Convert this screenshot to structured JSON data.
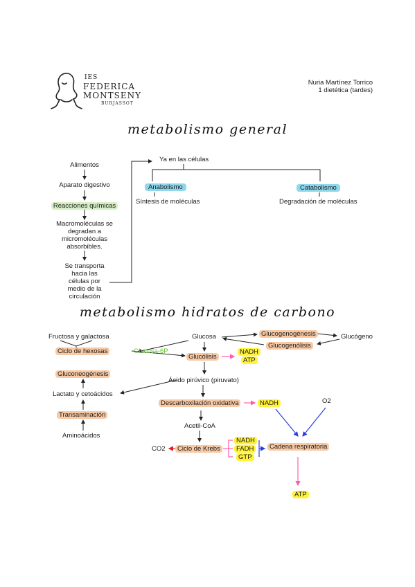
{
  "header": {
    "logo": {
      "line1": "IES",
      "line2": "FEDERICA",
      "line3": "MONTSENY",
      "line4": "BURJASSOT"
    },
    "author": "Nuria Martínez Torrico",
    "course": "1 dietética (tardes)"
  },
  "section1": {
    "title": "metabolismo general",
    "steps": {
      "alimentos": "Alimentos",
      "aparato": "Aparato digestivo",
      "reacciones": "Reacciones químicas",
      "macro": [
        "Macromoléculas se",
        "degradan a",
        "micromoléculas",
        "absorbibles."
      ],
      "transporta": [
        "Se transporta",
        "hacia las",
        "células por",
        "medio de la",
        "circulación"
      ]
    },
    "celulas": "Ya en las células",
    "anabolismo": "Anabolismo",
    "anabolismo_desc": "Síntesis de moléculas",
    "catabolismo": "Catabolismo",
    "catabolismo_desc": "Degradación de moléculas"
  },
  "section2": {
    "title": "metabolismo hidratos de carbono",
    "fructosa": "Fructosa y galactosa",
    "ciclo_hexosas": "Ciclo de hexosas",
    "glucosa6p": "Glucosa-6P",
    "gluconeogenesis": "Gluconeogénesis",
    "lactato": "Lactato y cetoácidos",
    "transaminacion": "Transaminación",
    "aminoacidos": "Aminoácidos",
    "glucosa": "Glucosa",
    "glucogenogenesis": "Glucogenogénesis",
    "glucogenolisis": "Glucogenólisis",
    "glucogeno": "Glucógeno",
    "glucolisis": "Glucólisis",
    "glucolisis_nadh": "NADH",
    "glucolisis_atp": "ATP",
    "piruvico": "Ácido pirúvico (piruvato)",
    "descarbox": "Descarboxilación oxidativa",
    "descarbox_nadh": "NADH",
    "o2": "O2",
    "acetil": "Acetil-CoA",
    "co2": "CO2",
    "krebs": "Ciclo de Krebs",
    "krebs_nadh": "NADH",
    "krebs_fadh": "FADH",
    "krebs_gtp": "GTP",
    "cadena": "Cadena respiratoria",
    "atp": "ATP"
  },
  "colors": {
    "orange_highlight": "#f7c9a5",
    "yellow_highlight": "#fff23a",
    "green_highlight": "#d7efc4",
    "blue_highlight": "#8fd7ec",
    "pink_arrow": "#ff5fa8",
    "blue_arrow": "#2a3ce0",
    "red_arrow": "#e02020",
    "green_text": "#5cc02c"
  }
}
